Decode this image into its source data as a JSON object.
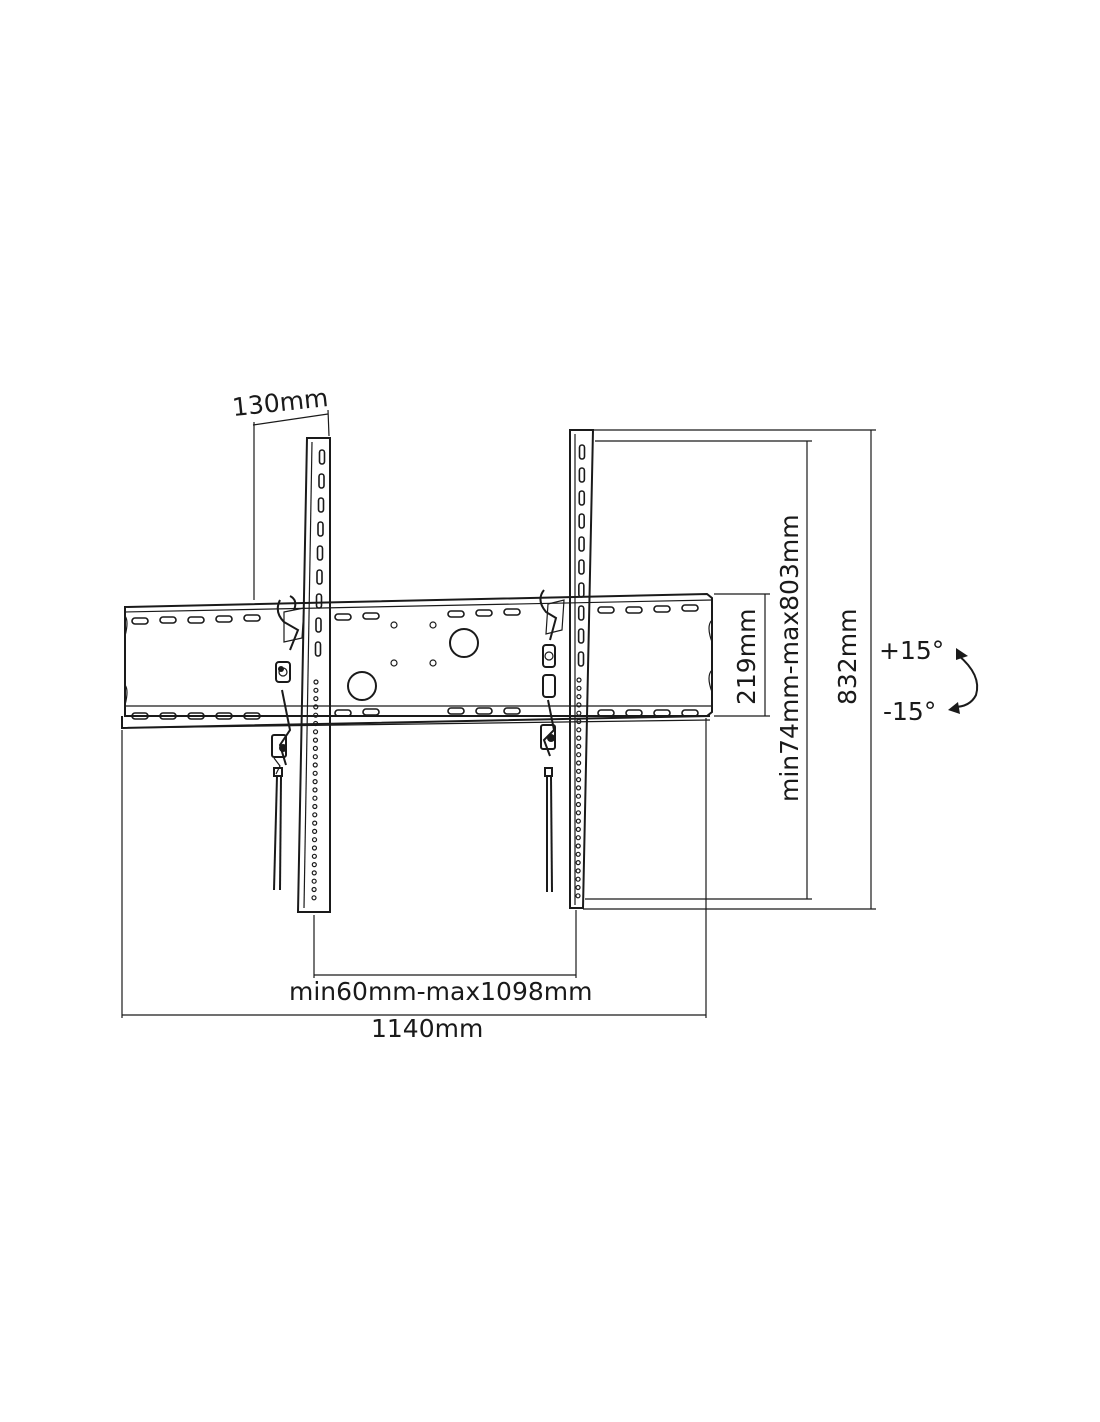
{
  "dimensions": {
    "depth": "130mm",
    "hole_spacing_horizontal": "min60mm-max1098mm",
    "overall_width": "1140mm",
    "plate_height": "219mm",
    "hole_spacing_vertical": "min74mm-max803mm",
    "overall_height": "832mm"
  },
  "tilt": {
    "up": "+15°",
    "down": "-15°"
  }
}
